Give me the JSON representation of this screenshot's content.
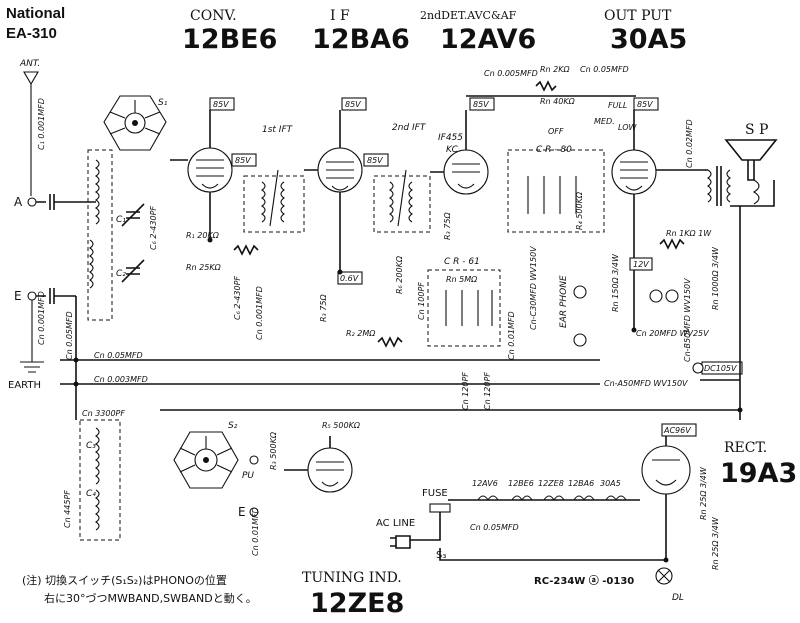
{
  "header": {
    "brand_line1": "National",
    "brand_line2": "EA-310"
  },
  "tubes": {
    "conv_stage": "CONV.",
    "conv_tube": "12BE6",
    "if_stage": "I F",
    "if_tube": "12BA6",
    "det_stage": "2ndDET.AVC&AF",
    "det_tube": "12AV6",
    "out_stage": "OUT PUT",
    "out_tube": "30A5",
    "rect_stage": "RECT.",
    "rect_tube": "19A3",
    "tuning_stage": "TUNING IND.",
    "tuning_tube": "12ZE8"
  },
  "labels": {
    "ant": "ANT.",
    "a_term": "A",
    "e_term": "E",
    "earth": "EARTH",
    "e_pu": "E",
    "pu": "PU",
    "sp": "S P",
    "fuse": "FUSE",
    "ac_line": "AC LINE",
    "s3": "S₃",
    "s1": "S₁",
    "s2": "S₂",
    "ifl_1": "1st IFT",
    "ifl_2": "2nd IFT",
    "if_freq1": "IF455",
    "if_freq2": "KC",
    "cr80": "C R - 80",
    "cr61": "C R - 61",
    "ear_phone": "EAR PHONE",
    "dl": "DL",
    "full": "FULL",
    "med": "MED.",
    "low": "LOW",
    "off": "OFF"
  },
  "voltages": {
    "v1": "85V",
    "v2": "85V",
    "v3": "85V",
    "v4": "85V",
    "v5": "85V",
    "v6": "85V",
    "v7": "0.6V",
    "v8": "12V",
    "v9": "DC105V",
    "v10": "AC96V"
  },
  "components": {
    "c1": "C₁ 0.001MFD",
    "c1b": "C₁",
    "c2": "C₂",
    "c3": "C₃",
    "c4": "C₄",
    "cn_430pf": "C₆ 2-430PF",
    "cn_430pf_b": "C₆ 2-430PF",
    "cn_001": "Cn 0.001MFD",
    "cn_0001": "Cn 0.001MFD",
    "cn_005_a": "Cn 0.05MFD",
    "cn_003": "Cn 0.003MFD",
    "cn_0001b": "Cn 0.001MFD",
    "cn_3300": "Cn 3300PF",
    "cn_445": "Cn 445PF",
    "cn_0005_top": "Cn 0.005MFD",
    "r_2k": "Rn 2KΩ",
    "cn_005_top": "Cn 0.05MFD",
    "r_40k": "Rn 40KΩ",
    "r_20k": "R₁ 20KΩ",
    "r_25k": "Rn 25KΩ",
    "r_75": "R₃ 75Ω",
    "r_75b": "R₃ 75Ω",
    "r_2m": "R₂ 2MΩ",
    "r_500k": "R₃ 500KΩ",
    "r_500k_b": "R₄ 500KΩ",
    "r_500k_c": "R₅ 500KΩ",
    "r_5m": "Rn 5MΩ",
    "r_200k": "R₆ 200KΩ",
    "cn_100pf": "Cn 100PF",
    "cn_120pf_a": "Cn 120PF",
    "cn_120pf_b": "Cn 120PF",
    "cn_30mfd": "Cn-C30MFD WV150V",
    "cn_001b": "Cn 0.01MFD",
    "cn_002": "Cn 0.02MFD",
    "r_1k": "Rn 1KΩ 1W",
    "r_150": "Rn 150Ω 3/4W",
    "r_1000": "Rn 1000Ω 3/4W",
    "cn_20mfd": "Cn 20MFD WV25V",
    "cn_b50": "Cn-B50MFD WV150V",
    "cn_a50": "Cn-A50MFD WV150V",
    "cn_005b": "Cn 0.05MFD",
    "cn_001c": "Cn 0.01MFD",
    "r_25w": "Rn 25Ω 3/4W",
    "heater_1": "12AV6",
    "heater_2": "12BE6",
    "heater_3": "12ZE8",
    "heater_4": "12BA6",
    "heater_5": "30A5"
  },
  "footer": {
    "note_line1": "(注) 切換スイッチ(S₁S₂)はPHONOの位置",
    "note_line2": "右に30°づつMWBAND,SWBANDと動く。",
    "part_no": "RC-234W ⓐ -0130"
  }
}
